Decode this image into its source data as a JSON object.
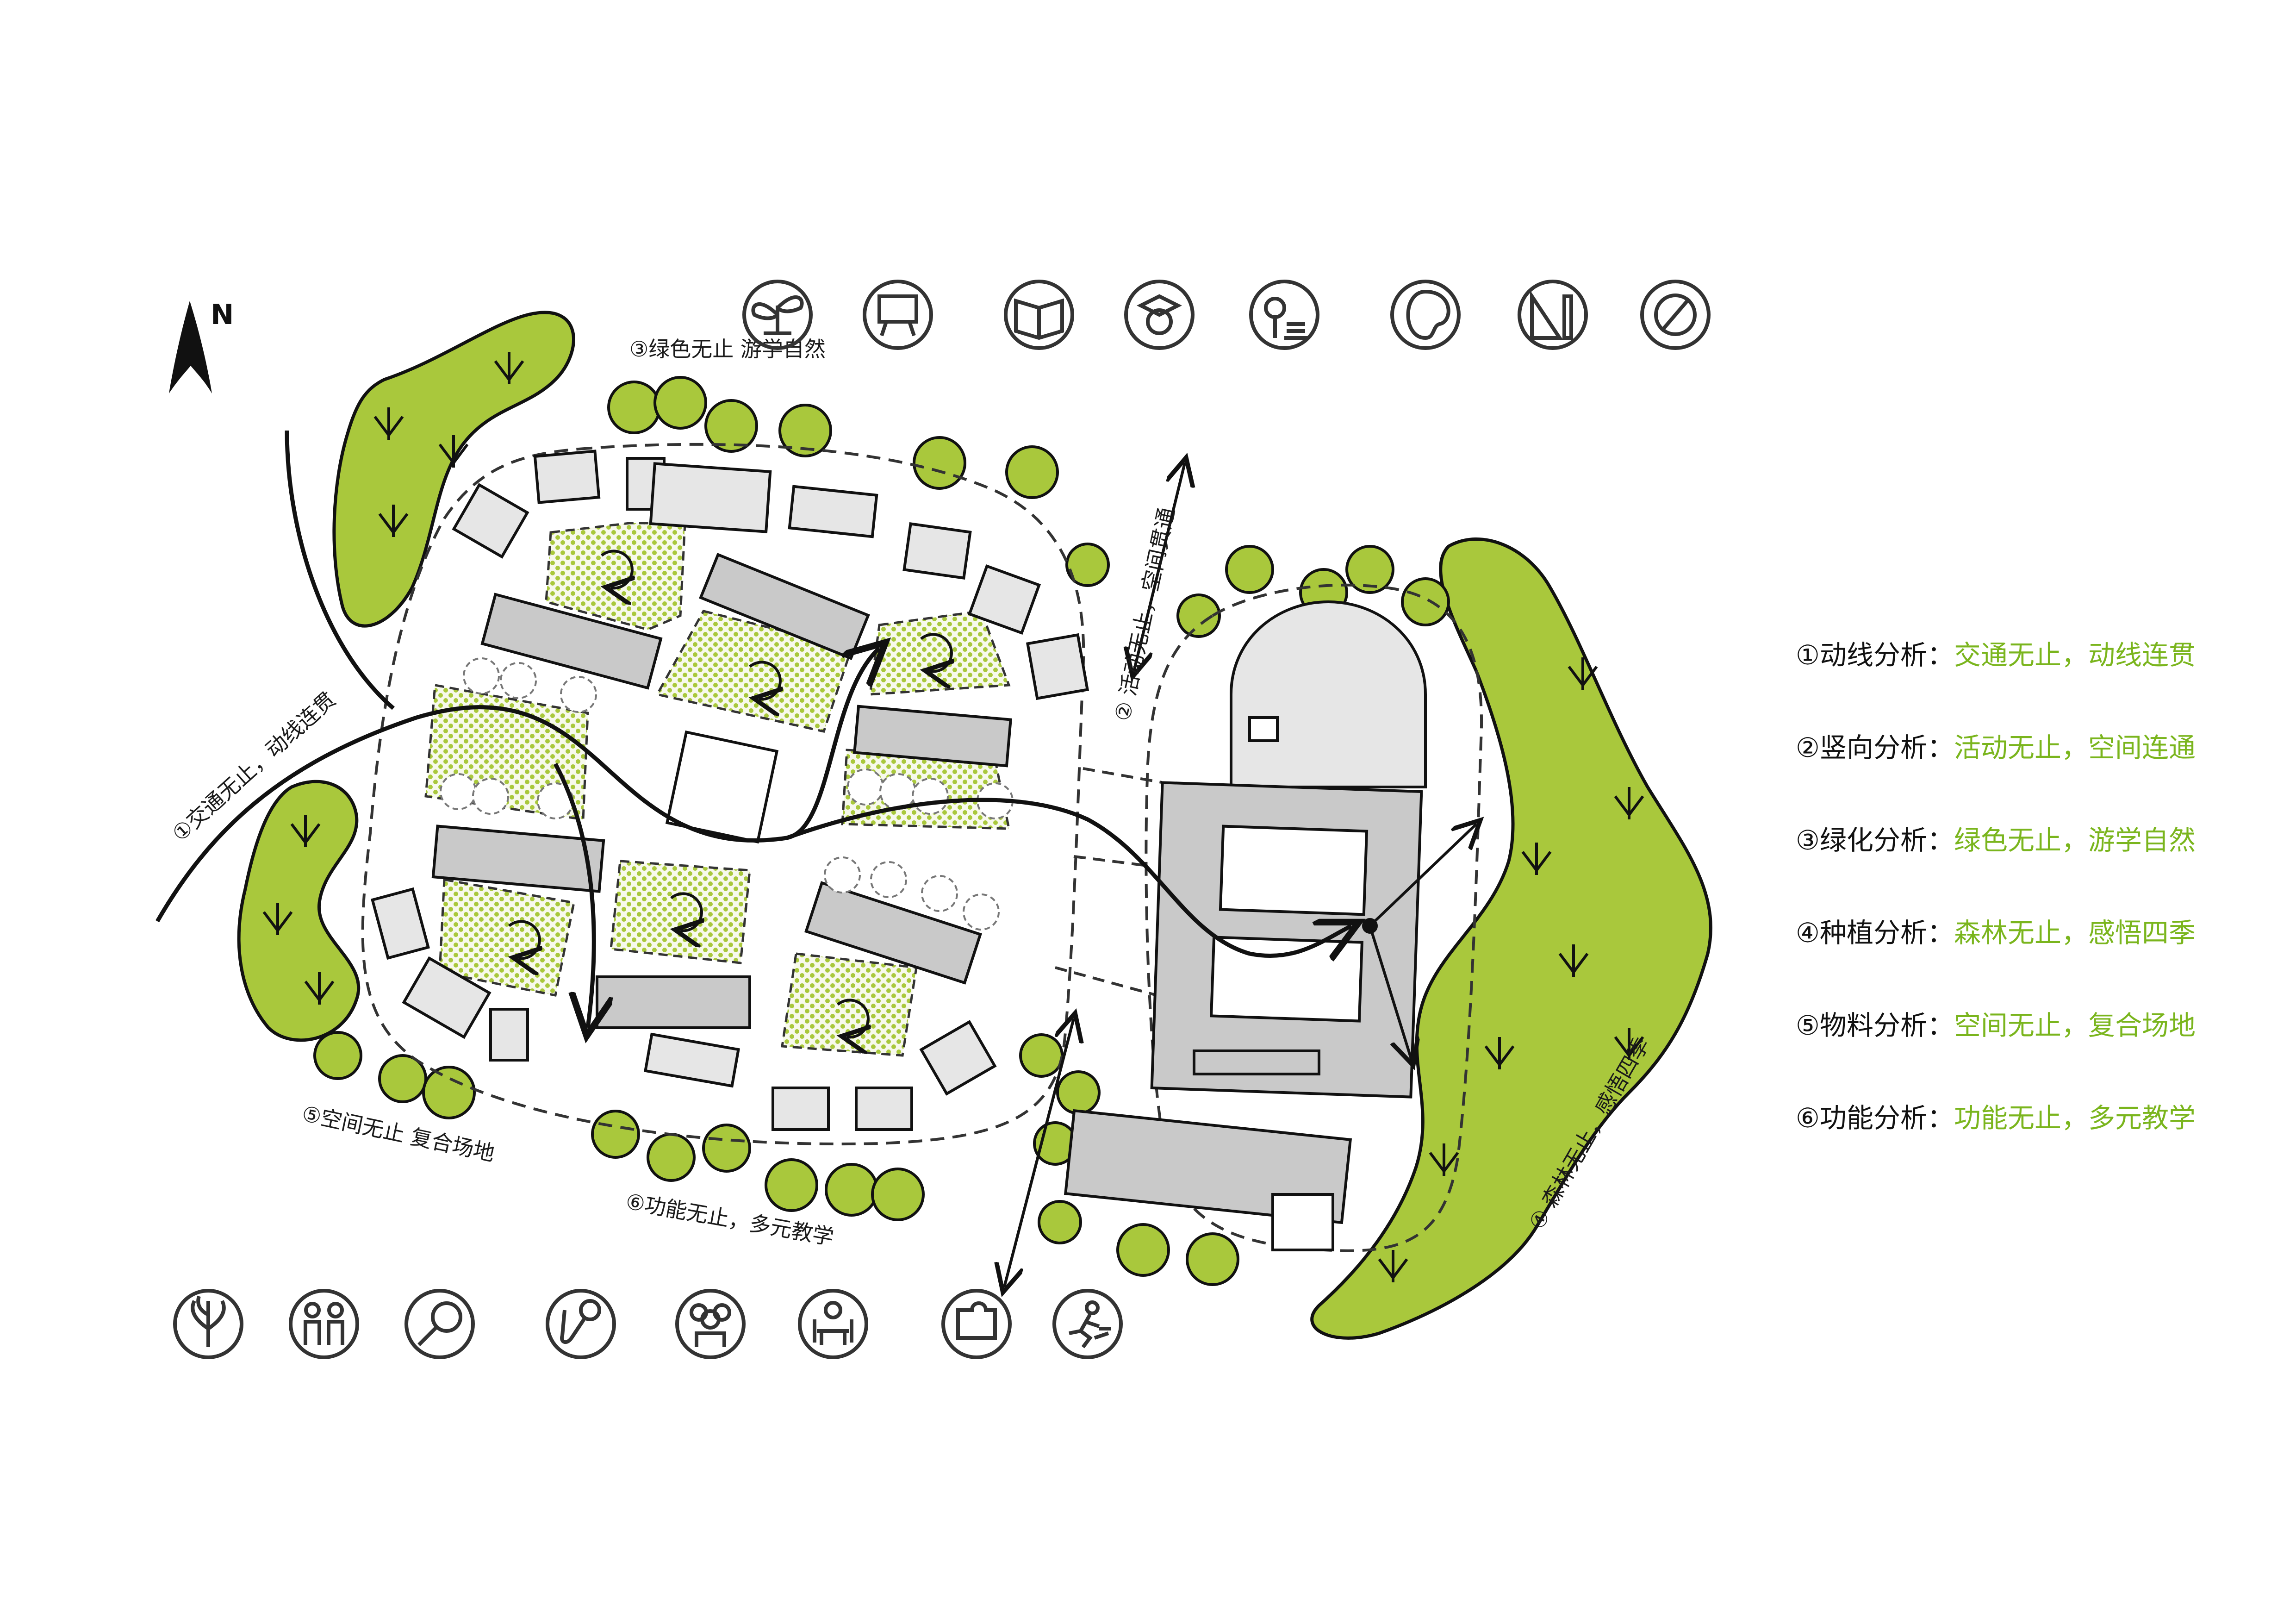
{
  "legend": [
    {
      "key": "①动线分析：",
      "value": "交通无止，动线连贯"
    },
    {
      "key": "②竖向分析：",
      "value": "活动无止，空间连通"
    },
    {
      "key": "③绿化分析：",
      "value": "绿色无止，游学自然"
    },
    {
      "key": "④种植分析：",
      "value": "森林无止，感悟四季"
    },
    {
      "key": "⑤物料分析：",
      "value": "空间无止，复合场地"
    },
    {
      "key": "⑥功能分析：",
      "value": "功能无止，多元教学"
    }
  ],
  "map_labels": {
    "north": "N",
    "traffic": "①交通无止，动线连贯",
    "activity": "② 活动无止，空间贯通",
    "green": "③绿色无止 游学自然",
    "forest": "④ 森林无止，感悟四季",
    "space": "⑤空间无止 复合场地",
    "function": "⑥功能无止，多元教学"
  },
  "icons": {
    "top": [
      "sprout-icon",
      "blackboard-icon",
      "open-book-icon",
      "graduate-icon",
      "tree-bench-icon",
      "palette-icon",
      "ruler-triangle-icon",
      "art-tools-icon"
    ],
    "bottom": [
      "leaves-icon",
      "people-pair-icon",
      "magnifier-icon",
      "microphone-icon",
      "group-icon",
      "meeting-icon",
      "puzzle-icon",
      "running-icon"
    ]
  },
  "colors": {
    "green": "#a9c83c",
    "green_text": "#7ab51d",
    "building": "#c9c9c9",
    "ink": "#111111"
  }
}
